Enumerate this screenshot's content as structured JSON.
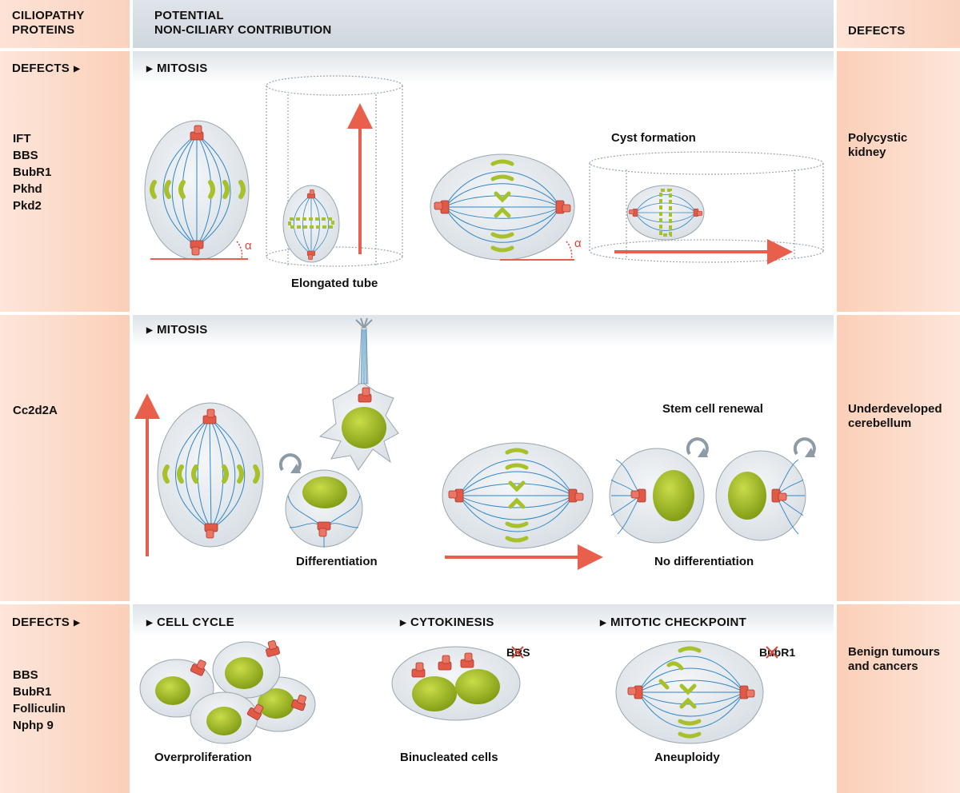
{
  "header": {
    "col_left": "CILIOPATHY\nPROTEINS",
    "col_mid": "POTENTIAL\nNON-CILIARY CONTRIBUTION",
    "col_right": "DEFECTS"
  },
  "row1": {
    "defects_label": "DEFECTS",
    "proteins": [
      "IFT",
      "BBS",
      "BubR1",
      "Pkhd",
      "Pkd2"
    ],
    "section": "MITOSIS",
    "caption_tube": "Elongated tube",
    "caption_cyst": "Cyst formation",
    "alpha": "α",
    "defect": "Polycystic\nkidney"
  },
  "row2": {
    "proteins": [
      "Cc2d2A"
    ],
    "section": "MITOSIS",
    "caption_diff": "Differentiation",
    "caption_stem": "Stem cell renewal",
    "caption_nodiff": "No differentiation",
    "defect": "Underdeveloped\ncerebellum"
  },
  "row3": {
    "defects_label": "DEFECTS",
    "proteins": [
      "BBS",
      "BubR1",
      "Folliculin",
      "Nphp 9"
    ],
    "sections": [
      "CELL CYCLE",
      "CYTOKINESIS",
      "MITOTIC CHECKPOINT"
    ],
    "caption_over": "Overproliferation",
    "caption_binuc": "Binucleated cells",
    "caption_aneu": "Aneuploidy",
    "tag_bbs": "BBS",
    "tag_bubr1": "BubR1",
    "defect": "Benign tumours\nand cancers"
  },
  "colors": {
    "accent_red": "#e8604c",
    "spindle_blue": "#2f86c6",
    "chromosome_green": "#b7cc2a",
    "cell_grey": "#e3e8ec",
    "peach": "#fbcfb8"
  }
}
